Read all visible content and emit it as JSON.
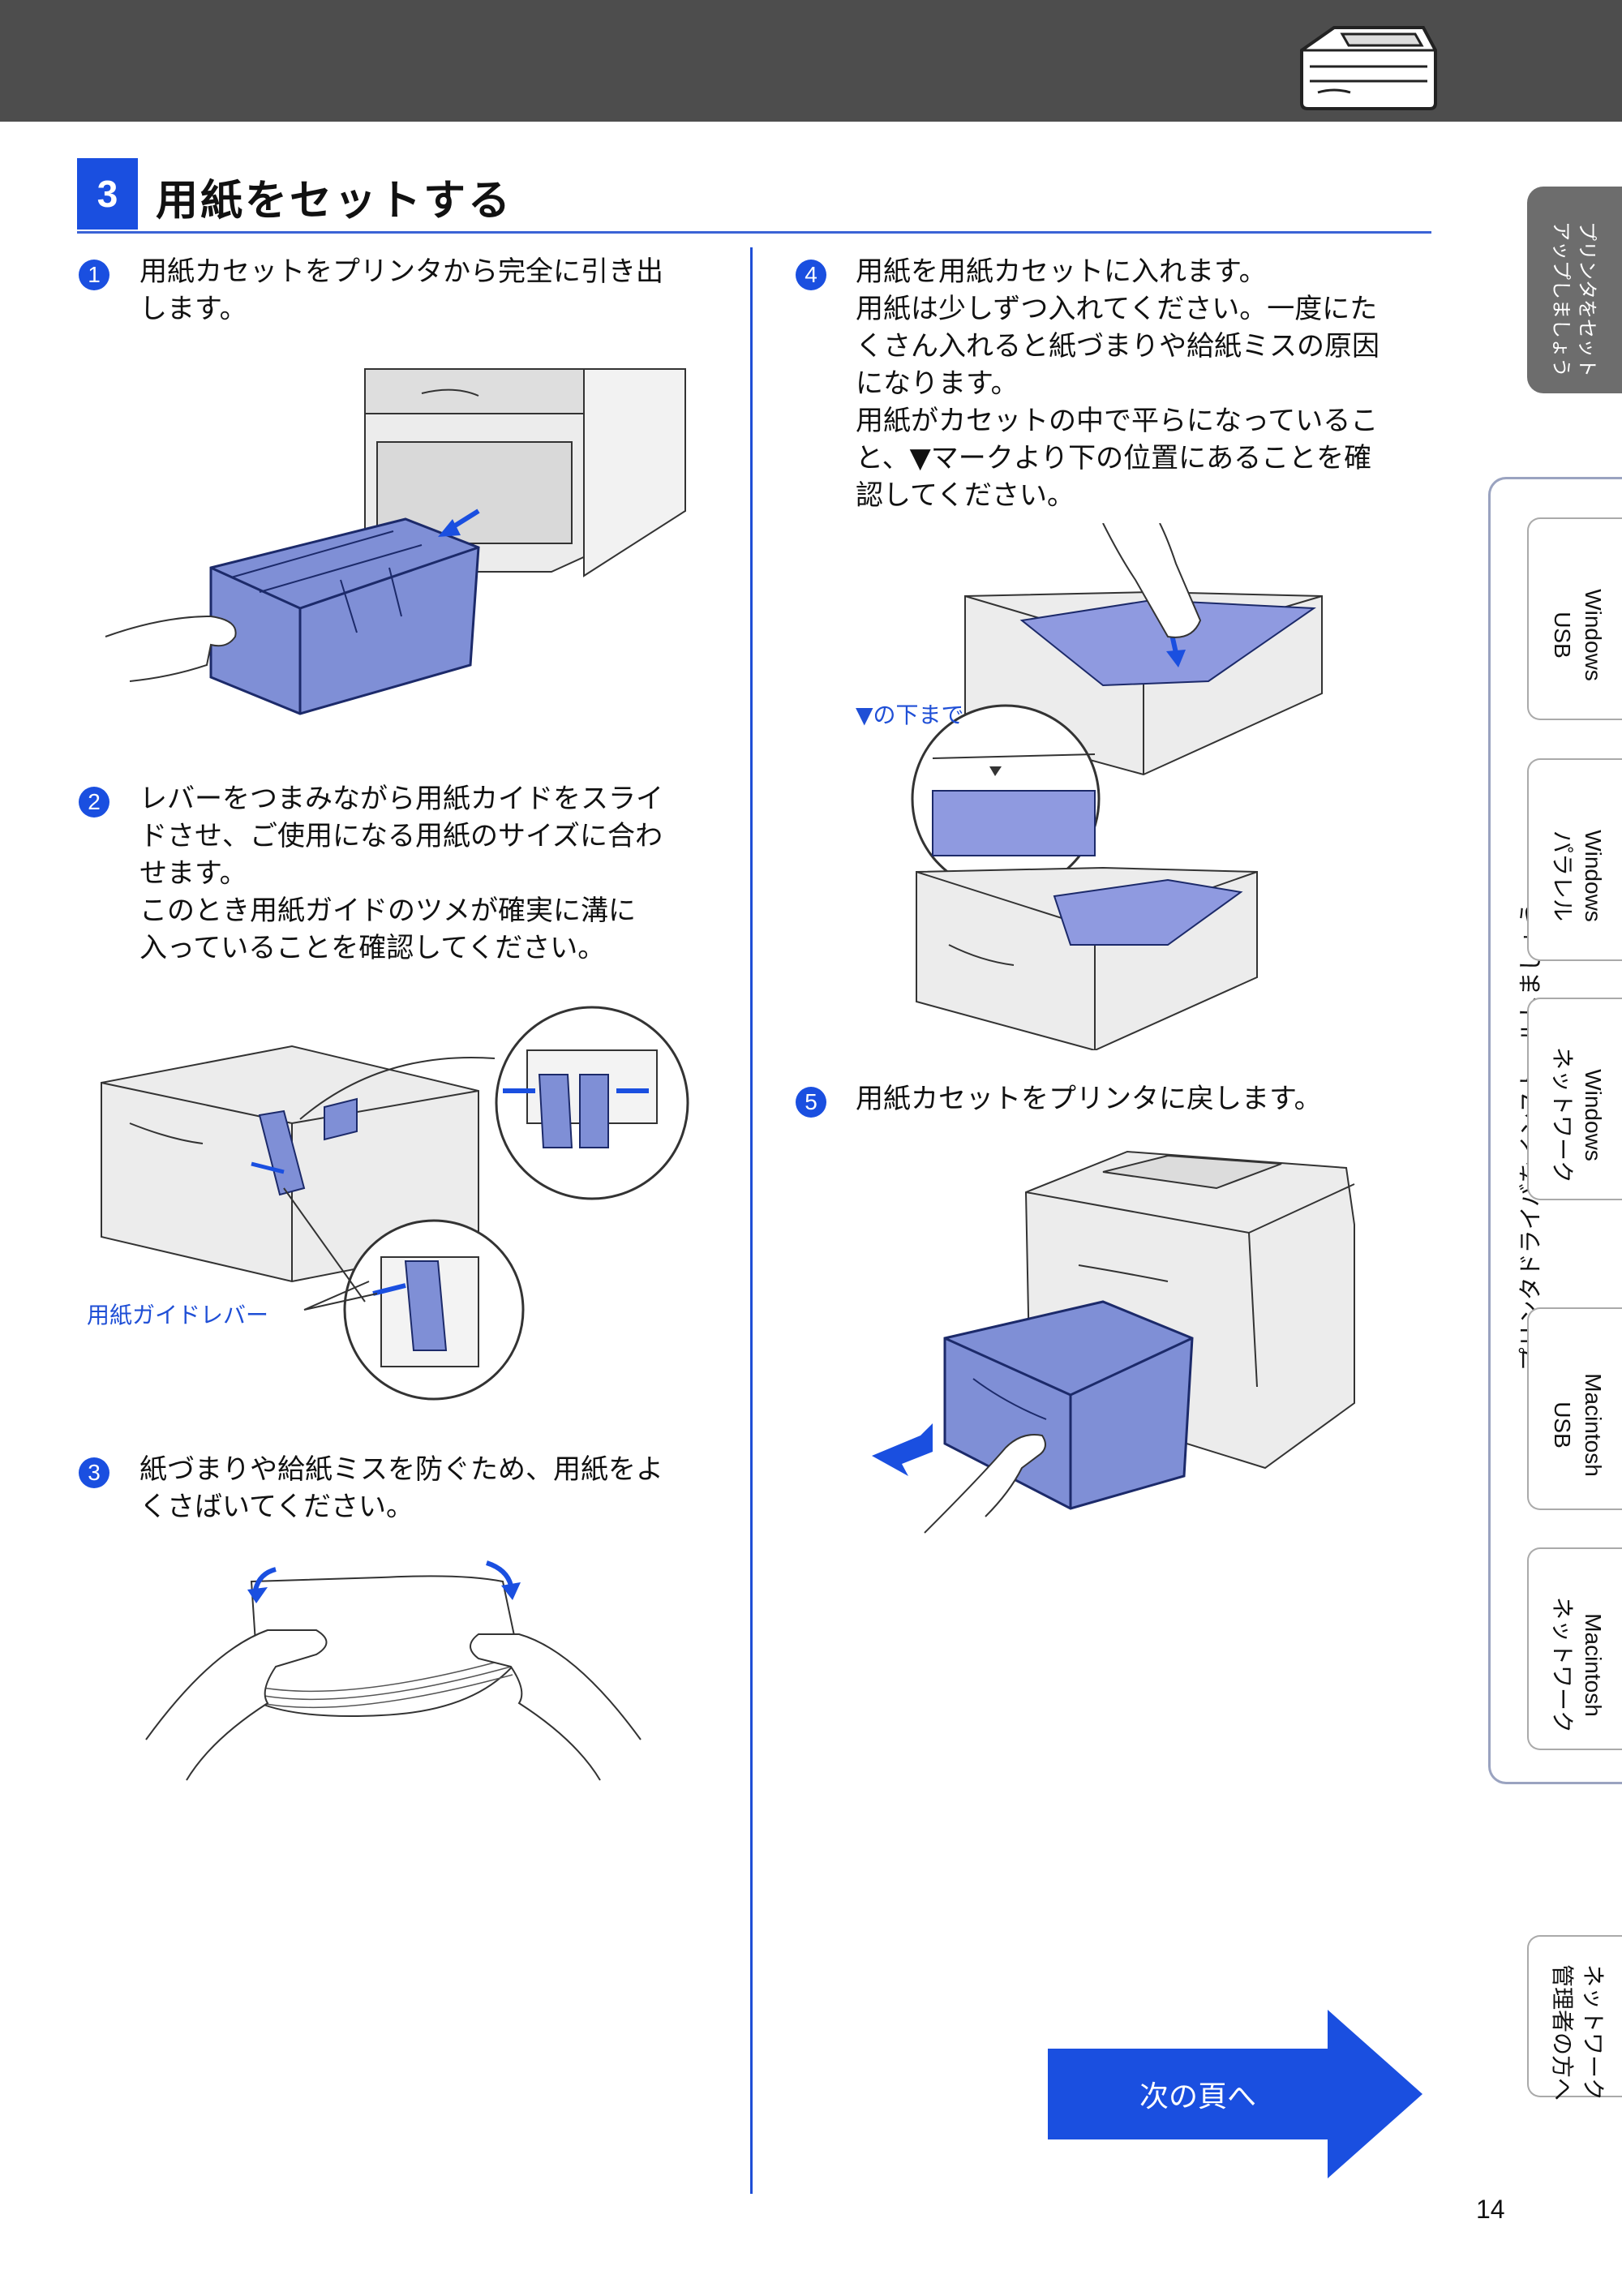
{
  "section": {
    "number": "3",
    "title": "用紙をセットする"
  },
  "steps": [
    {
      "num": "1",
      "text": "用紙カセットをプリンタから完全に引き出\nします。"
    },
    {
      "num": "2",
      "text": "レバーをつまみながら用紙カイドをスライ\nドさせ、ご使用になる用紙のサイズに合わ\nせます。\nこのとき用紙ガイドのツメが確実に溝に\n入っていることを確認してください。"
    },
    {
      "num": "3",
      "text": "紙づまりや給紙ミスを防ぐため、用紙をよ\nくさばいてください。"
    },
    {
      "num": "4",
      "text": "用紙を用紙カセットに入れます。\n用紙は少しずつ入れてください。一度にた\nくさん入れると紙づまりや給紙ミスの原因\nになります。\n用紙がカセットの中で平らになっているこ\nと、▼マークより下の位置にあることを確\n認してください。"
    },
    {
      "num": "5",
      "text": "用紙カセットをプリンタに戻します。"
    }
  ],
  "captions": {
    "guide_lever": "用紙ガイドレバー",
    "below_mark": "▼の下まで"
  },
  "next_page": "次の頁へ",
  "page_number": "14",
  "side_nav": {
    "setup_tab": "プリンタをセット\nアップしましょう",
    "install_label": "プリンタドライバをインストールしましょう",
    "tabs": [
      "Windows\nUSB",
      "Windows\nパラレル",
      "Windows\nネットワーク",
      "Macintosh\nUSB",
      "Macintosh\nネットワーク"
    ],
    "admin_tab": "ネットワーク\n管理者の方へ"
  },
  "colors": {
    "accent": "#1a4fe0",
    "tray_blue": "#7f8fd6",
    "paper_blue": "#8f9ae0",
    "header_gray": "#4d4d4d"
  }
}
